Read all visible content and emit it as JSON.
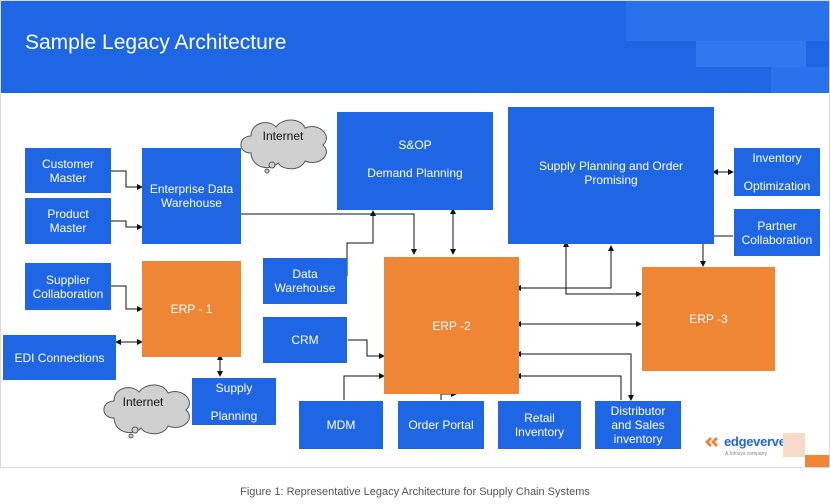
{
  "header": {
    "title": "Sample Legacy Architecture"
  },
  "boxes": {
    "customer_master": "Customer\nMaster",
    "product_master": "Product\nMaster",
    "enterprise_dw": "Enterprise  Data\nWarehouse",
    "snop": "S&OP\n\nDemand Planning",
    "supply_planning": "Supply Planning and Order\nPromising",
    "inventory_opt": "Inventory\n\nOptimization",
    "partner_collab": "Partner\nCollaboration",
    "supplier_collab": "Supplier\nCollaboration",
    "erp1": "ERP - 1",
    "data_warehouse": "Data\nWarehouse",
    "erp2": "ERP -2",
    "erp3": "ERP -3",
    "edi": "EDI Connections",
    "crm": "CRM",
    "supply_planning_small": "Supply\n\nPlanning",
    "mdm": "MDM",
    "order_portal": "Order Portal",
    "retail_inventory": "Retail\nInventory",
    "distributor": "Distributor\nand Sales\ninventory"
  },
  "clouds": {
    "internet_top": "Internet",
    "internet_bottom": "Internet"
  },
  "logo": {
    "name": "edgeverve",
    "tagline": "A Infosys company"
  },
  "caption": "Figure 1: Representative Legacy Architecture for Supply Chain Systems",
  "colors": {
    "blue": "#1f66e5",
    "orange": "#ef8636",
    "header": "#1f66e5"
  }
}
